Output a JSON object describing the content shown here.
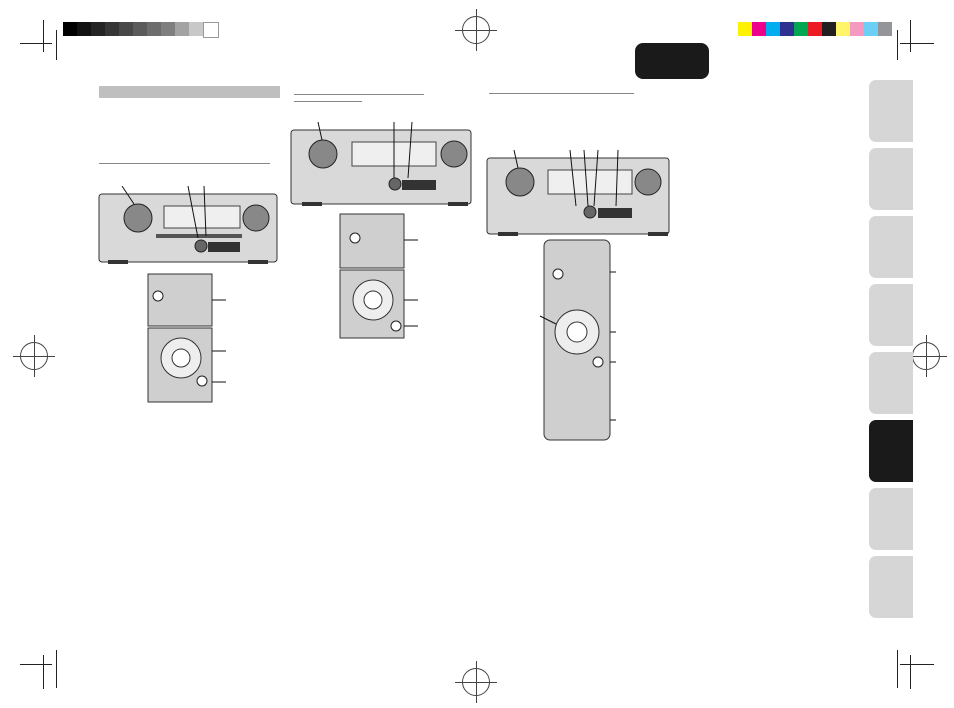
{
  "page": {
    "swatches_gray": [
      "#000000",
      "#121212",
      "#242424",
      "#363636",
      "#484848",
      "#5b5b5b",
      "#6d6d6d",
      "#7f7f7f",
      "#a3a3a3",
      "#c8c8c8",
      "#ffffff"
    ],
    "swatches_color": [
      "#fff200",
      "#ec008c",
      "#00aeef",
      "#2e3192",
      "#00a651",
      "#ed1c24",
      "#231f20",
      "#fff568",
      "#f49ac1",
      "#6dcff6",
      "#939598"
    ],
    "side_tabs": 8,
    "active_side_tab": 5
  },
  "figures": [
    {
      "name": "receiver-front-panel-1",
      "remote": true
    },
    {
      "name": "receiver-front-panel-2",
      "remote": true
    },
    {
      "name": "receiver-front-panel-3",
      "remote": true
    }
  ]
}
